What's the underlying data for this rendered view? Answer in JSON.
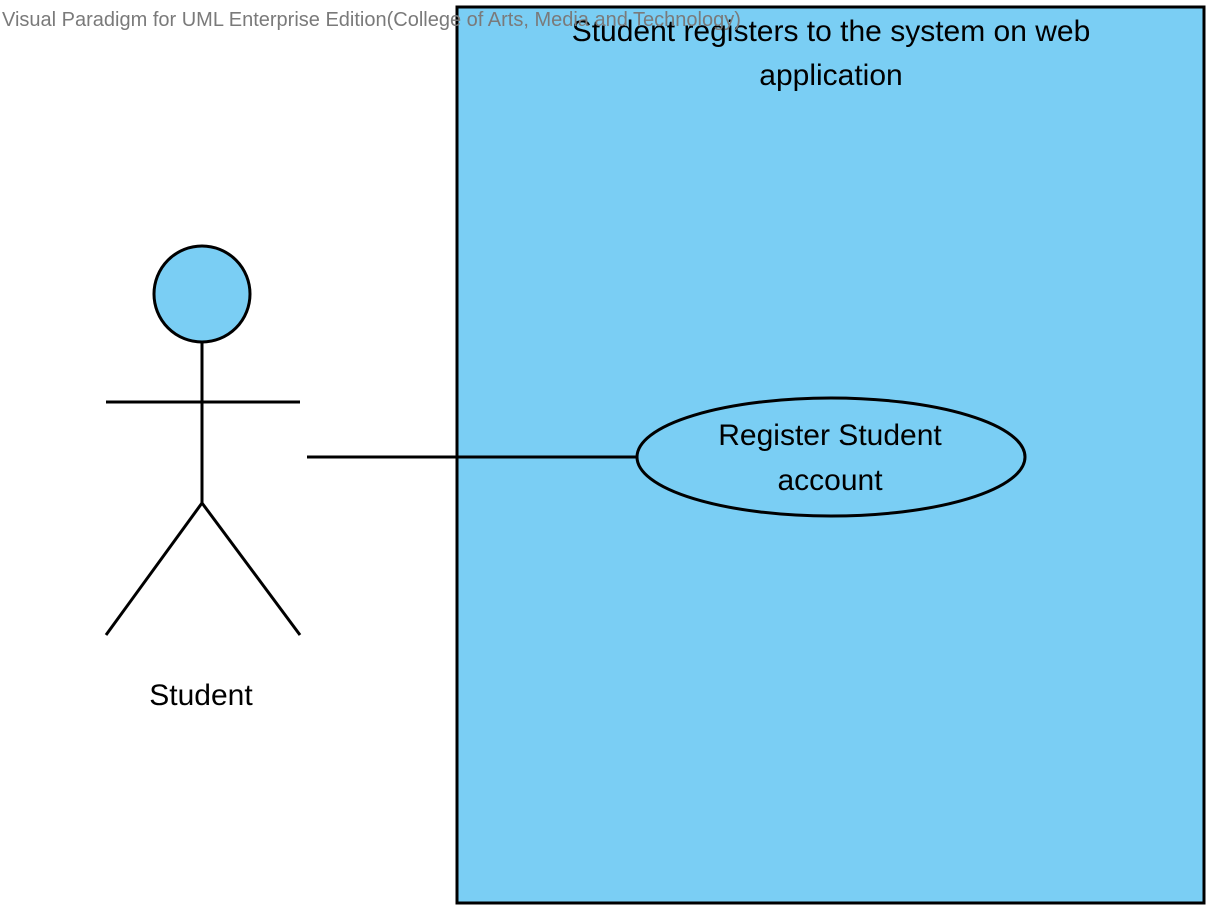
{
  "watermark": "Visual Paradigm for UML Enterprise Edition(College of Arts, Media and Technology)",
  "system_boundary": {
    "title_line1": "Student registers to the system on web",
    "title_line2": "application"
  },
  "use_case": {
    "label_line1": "Register Student",
    "label_line2": "account"
  },
  "actor": {
    "label": "Student"
  },
  "colors": {
    "fill": "#7ACEF4",
    "stroke": "#000000",
    "watermark": "#7a7a7a"
  }
}
